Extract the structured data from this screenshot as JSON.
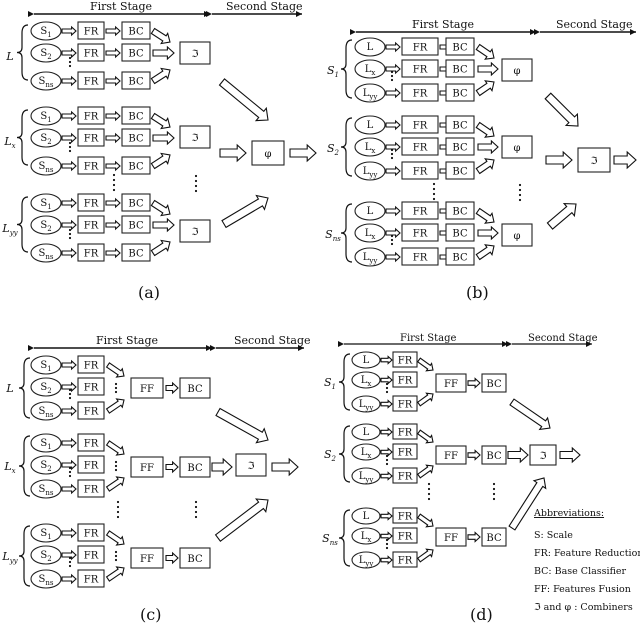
{
  "panels": {
    "a": {
      "caption": "(a)",
      "stage1": "First Stage",
      "stage2": "Second Stage",
      "groups": [
        {
          "label": "L",
          "scales": [
            "S1",
            "S2",
            "Sns"
          ]
        },
        {
          "label": "Lx",
          "scales": [
            "S1",
            "S2",
            "Sns"
          ]
        },
        {
          "label": "Lyy",
          "scales": [
            "S1",
            "S2",
            "Sns"
          ]
        }
      ],
      "fr": "FR",
      "bc": "BC",
      "group_combiner": "ℑ",
      "final_combiner": "φ"
    },
    "b": {
      "caption": "(b)",
      "stage1": "First Stage",
      "stage2": "Second Stage",
      "groups": [
        {
          "label": "S1",
          "levels": [
            "L",
            "Lx",
            "Lyy"
          ]
        },
        {
          "label": "S2",
          "levels": [
            "L",
            "Lx",
            "Lyy"
          ]
        },
        {
          "label": "Sns",
          "levels": [
            "L",
            "Lx",
            "Lyy"
          ]
        }
      ],
      "fr": "FR",
      "bc": "BC",
      "group_combiner": "φ",
      "final_combiner": "ℑ"
    },
    "c": {
      "caption": "(c)",
      "stage1": "First Stage",
      "stage2": "Second Stage",
      "groups": [
        {
          "label": "L",
          "scales": [
            "S1",
            "S2",
            "Sns"
          ]
        },
        {
          "label": "Lx",
          "scales": [
            "S1",
            "S2",
            "Sns"
          ]
        },
        {
          "label": "Lyy",
          "scales": [
            "S1",
            "S2",
            "Sns"
          ]
        }
      ],
      "fr": "FR",
      "ff": "FF",
      "bc": "BC",
      "final_combiner": "ℑ"
    },
    "d": {
      "caption": "(d)",
      "stage1": "First Stage",
      "stage2": "Second Stage",
      "groups": [
        {
          "label": "S1",
          "levels": [
            "L",
            "Lx",
            "Lyy"
          ]
        },
        {
          "label": "S2",
          "levels": [
            "L",
            "Lx",
            "Lyy"
          ]
        },
        {
          "label": "Sns",
          "levels": [
            "L",
            "Lx",
            "Lyy"
          ]
        }
      ],
      "fr": "FR",
      "ff": "FF",
      "bc": "BC",
      "final_combiner": "ℑ",
      "abbreviations": {
        "title": "Abbreviations:",
        "items": [
          "S: Scale",
          "FR: Feature Reduction",
          "BC: Base Classifier",
          "FF: Features Fusion",
          "ℑ and φ : Combiners"
        ]
      }
    }
  }
}
